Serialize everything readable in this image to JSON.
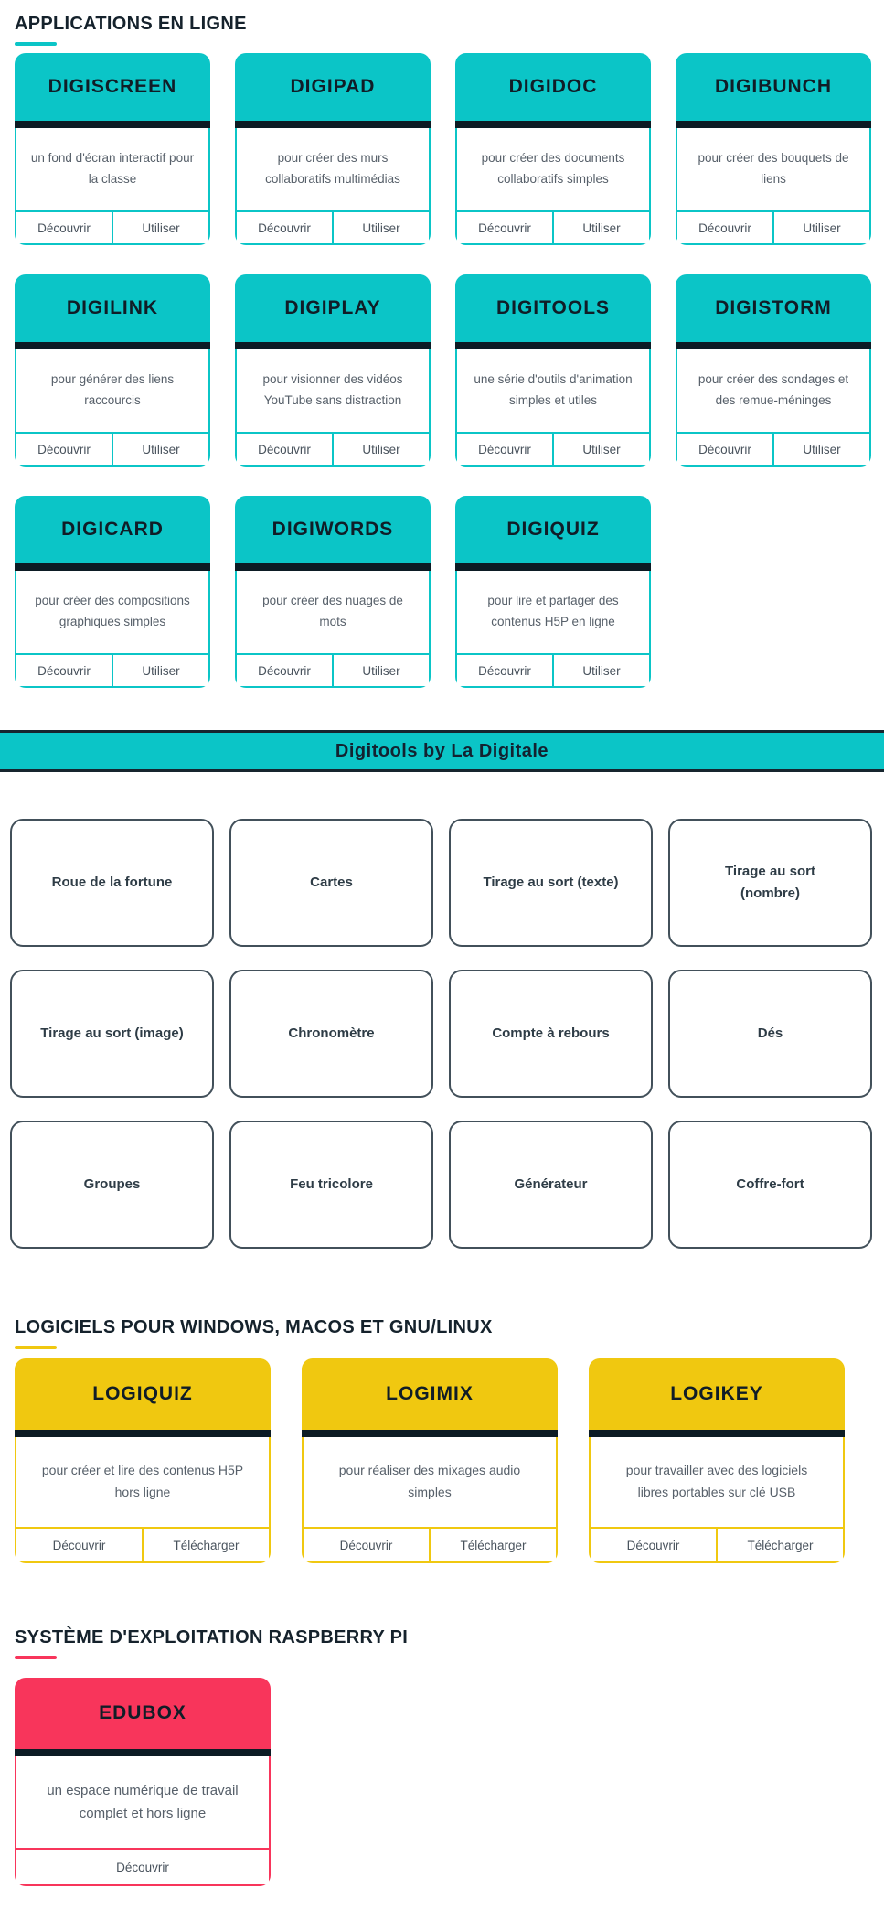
{
  "accents": {
    "teal": "#0bc5c7",
    "yellow": "#f0c810",
    "red": "#f8355b",
    "dark_navy": "#13222c",
    "text_gray": "#57606a",
    "tool_border_slate": "#42505a"
  },
  "apps_section": {
    "heading": "APPLICATIONS EN LIGNE",
    "cards": [
      {
        "title": "DIGISCREEN",
        "description": "un fond d'écran interactif pour la classe",
        "action1": "Découvrir",
        "action2": "Utiliser"
      },
      {
        "title": "DIGIPAD",
        "description": "pour créer des murs collaboratifs multimédias",
        "action1": "Découvrir",
        "action2": "Utiliser"
      },
      {
        "title": "DIGIDOC",
        "description": "pour créer des documents collaboratifs simples",
        "action1": "Découvrir",
        "action2": "Utiliser"
      },
      {
        "title": "DIGIBUNCH",
        "description": "pour créer des bouquets de liens",
        "action1": "Découvrir",
        "action2": "Utiliser"
      },
      {
        "title": "DIGILINK",
        "description": "pour générer des liens raccourcis",
        "action1": "Découvrir",
        "action2": "Utiliser"
      },
      {
        "title": "DIGIPLAY",
        "description": "pour visionner des vidéos YouTube sans distraction",
        "action1": "Découvrir",
        "action2": "Utiliser"
      },
      {
        "title": "DIGITOOLS",
        "description": "une série d'outils d'animation simples et utiles",
        "action1": "Découvrir",
        "action2": "Utiliser"
      },
      {
        "title": "DIGISTORM",
        "description": "pour créer des sondages et des remue-méninges",
        "action1": "Découvrir",
        "action2": "Utiliser"
      },
      {
        "title": "DIGICARD",
        "description": "pour créer des compositions graphiques simples",
        "action1": "Découvrir",
        "action2": "Utiliser"
      },
      {
        "title": "DIGIWORDS",
        "description": "pour créer des nuages de mots",
        "action1": "Découvrir",
        "action2": "Utiliser"
      },
      {
        "title": "DIGIQUIZ",
        "description": "pour lire et partager des contenus H5P en ligne",
        "action1": "Découvrir",
        "action2": "Utiliser"
      }
    ]
  },
  "digitools": {
    "banner_title": "Digitools by La Digitale",
    "tools": [
      "Roue de la fortune",
      "Cartes",
      "Tirage au sort (texte)",
      "Tirage au sort (nombre)",
      "Tirage au sort (image)",
      "Chronomètre",
      "Compte à rebours",
      "Dés",
      "Groupes",
      "Feu tricolore",
      "Générateur",
      "Coffre-fort"
    ]
  },
  "software_section": {
    "heading": "LOGICIELS POUR WINDOWS, MACOS ET GNU/LINUX",
    "cards": [
      {
        "title": "LOGIQUIZ",
        "description": "pour créer et lire des contenus H5P hors ligne",
        "action1": "Découvrir",
        "action2": "Télécharger"
      },
      {
        "title": "LOGIMIX",
        "description": "pour réaliser des mixages audio simples",
        "action1": "Découvrir",
        "action2": "Télécharger"
      },
      {
        "title": "LOGIKEY",
        "description": "pour travailler avec des logiciels libres portables sur clé USB",
        "action1": "Découvrir",
        "action2": "Télécharger"
      }
    ]
  },
  "raspberry_section": {
    "heading": "SYSTÈME D'EXPLOITATION RASPBERRY PI",
    "cards": [
      {
        "title": "EDUBOX",
        "description": "un espace numérique de travail complet et hors ligne",
        "action1": "Découvrir"
      }
    ]
  }
}
